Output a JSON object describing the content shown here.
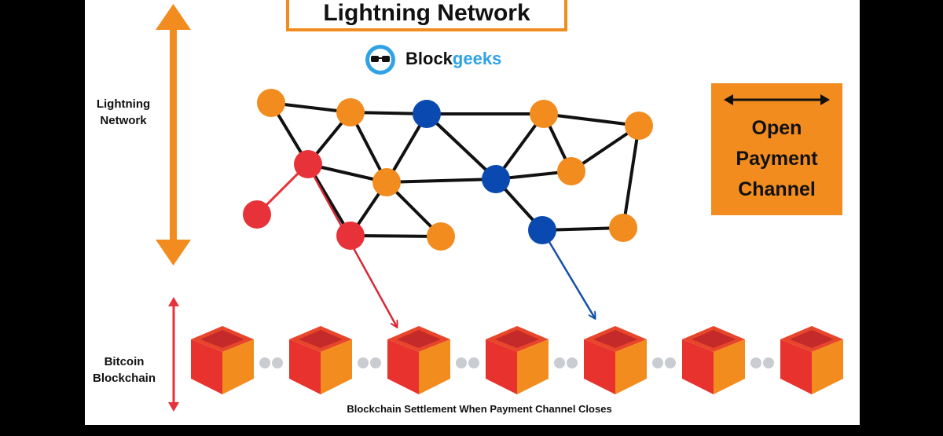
{
  "title": "Lightning Network",
  "logo": {
    "prefix": "Block",
    "suffix": "geeks",
    "icon": "glasses-icon"
  },
  "left_labels": {
    "lightning": "Lightning\nNetwork",
    "blockchain": "Bitcoin\nBlockchain"
  },
  "legend": {
    "label": "Open\nPayment\nChannel",
    "icon": "double-arrow-icon"
  },
  "caption": "Blockchain Settlement When Payment Channel Closes",
  "colors": {
    "orange": "#F28C1F",
    "blue": "#0A4AB0",
    "red": "#E8323A",
    "dark_red_arrow": "#D62835",
    "blue_arrow": "#1450A8",
    "logo_blue": "#2FA3E6"
  },
  "network": {
    "node_colors": [
      "orange",
      "orange",
      "blue",
      "orange",
      "orange",
      "red",
      "orange",
      "blue",
      "orange",
      "red",
      "red",
      "orange",
      "blue",
      "orange"
    ],
    "edges": [
      [
        0,
        1
      ],
      [
        1,
        2
      ],
      [
        2,
        3
      ],
      [
        3,
        4
      ],
      [
        0,
        5
      ],
      [
        1,
        5
      ],
      [
        5,
        6
      ],
      [
        1,
        6
      ],
      [
        2,
        6
      ],
      [
        6,
        7
      ],
      [
        2,
        7
      ],
      [
        3,
        7
      ],
      [
        3,
        8
      ],
      [
        7,
        8
      ],
      [
        8,
        4
      ],
      [
        4,
        13
      ],
      [
        5,
        10
      ],
      [
        6,
        10
      ],
      [
        6,
        11
      ],
      [
        10,
        11
      ],
      [
        7,
        12
      ],
      [
        12,
        13
      ]
    ]
  },
  "blockchain": {
    "block_count": 7
  }
}
